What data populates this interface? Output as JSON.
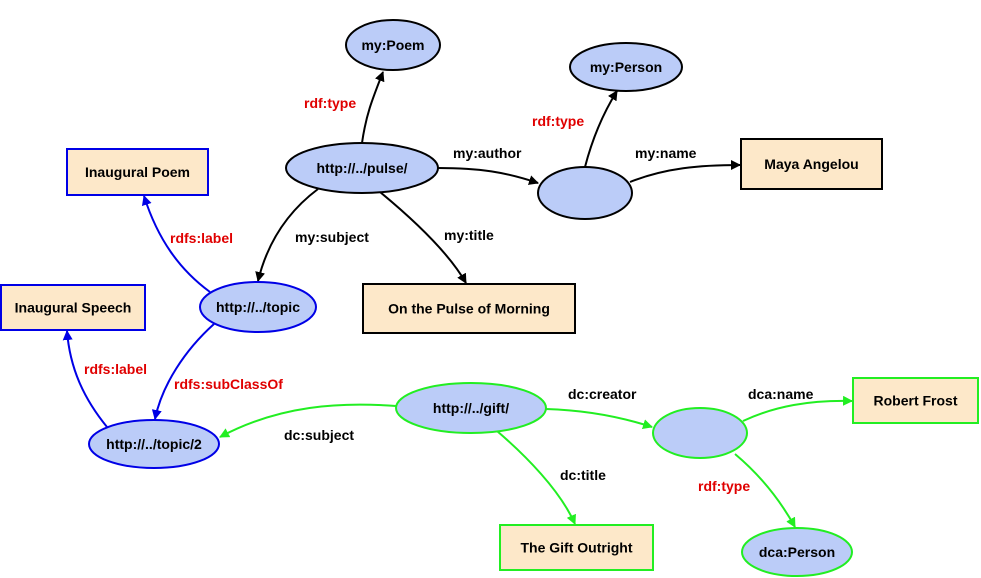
{
  "colors": {
    "node_fill": "#bbccf8",
    "literal_fill": "#fde8c9",
    "black": "#000000",
    "blue": "#0000e6",
    "green": "#22ee22",
    "red_label": "#e00000"
  },
  "nodes": [
    {
      "id": "poem",
      "kind": "resource",
      "label": "my:Poem",
      "group": "black"
    },
    {
      "id": "pulse",
      "kind": "resource",
      "label": "http://../pulse/",
      "group": "black"
    },
    {
      "id": "person",
      "kind": "resource",
      "label": "my:Person",
      "group": "black"
    },
    {
      "id": "blank1",
      "kind": "blank",
      "label": "",
      "group": "black"
    },
    {
      "id": "maya",
      "kind": "literal",
      "label": "Maya Angelou",
      "group": "black"
    },
    {
      "id": "inaugPoem",
      "kind": "literal",
      "label": "Inaugural Poem",
      "group": "blue"
    },
    {
      "id": "inaugSpeech",
      "kind": "literal",
      "label": "Inaugural Speech",
      "group": "blue"
    },
    {
      "id": "topic",
      "kind": "resource",
      "label": "http://../topic",
      "group": "blue"
    },
    {
      "id": "pulseTitle",
      "kind": "literal",
      "label": "On the Pulse of Morning",
      "group": "black"
    },
    {
      "id": "topic2",
      "kind": "resource",
      "label": "http://../topic/2",
      "group": "blue"
    },
    {
      "id": "gift",
      "kind": "resource",
      "label": "http://../gift/",
      "group": "green"
    },
    {
      "id": "blank2",
      "kind": "blank",
      "label": "",
      "group": "green"
    },
    {
      "id": "frost",
      "kind": "literal",
      "label": "Robert Frost",
      "group": "green"
    },
    {
      "id": "giftTitle",
      "kind": "literal",
      "label": "The Gift Outright",
      "group": "green"
    },
    {
      "id": "dcaPerson",
      "kind": "resource",
      "label": "dca:Person",
      "group": "green"
    }
  ],
  "edges": [
    {
      "from": "pulse",
      "to": "poem",
      "label": "rdf:type",
      "group": "black",
      "label_red": true
    },
    {
      "from": "pulse",
      "to": "blank1",
      "label": "my:author",
      "group": "black",
      "label_red": false
    },
    {
      "from": "blank1",
      "to": "person",
      "label": "rdf:type",
      "group": "black",
      "label_red": true
    },
    {
      "from": "blank1",
      "to": "maya",
      "label": "my:name",
      "group": "black",
      "label_red": false
    },
    {
      "from": "pulse",
      "to": "topic",
      "label": "my:subject",
      "group": "black",
      "label_red": false
    },
    {
      "from": "pulse",
      "to": "pulseTitle",
      "label": "my:title",
      "group": "black",
      "label_red": false
    },
    {
      "from": "topic",
      "to": "inaugPoem",
      "label": "rdfs:label",
      "group": "blue",
      "label_red": true
    },
    {
      "from": "topic",
      "to": "topic2",
      "label": "rdfs:subClassOf",
      "group": "blue",
      "label_red": true
    },
    {
      "from": "topic2",
      "to": "inaugSpeech",
      "label": "rdfs:label",
      "group": "blue",
      "label_red": true
    },
    {
      "from": "gift",
      "to": "topic2",
      "label": "dc:subject",
      "group": "green",
      "label_red": false
    },
    {
      "from": "gift",
      "to": "blank2",
      "label": "dc:creator",
      "group": "green",
      "label_red": false
    },
    {
      "from": "gift",
      "to": "giftTitle",
      "label": "dc:title",
      "group": "green",
      "label_red": false
    },
    {
      "from": "blank2",
      "to": "frost",
      "label": "dca:name",
      "group": "green",
      "label_red": false
    },
    {
      "from": "blank2",
      "to": "dcaPerson",
      "label": "rdf:type",
      "group": "green",
      "label_red": true
    }
  ]
}
